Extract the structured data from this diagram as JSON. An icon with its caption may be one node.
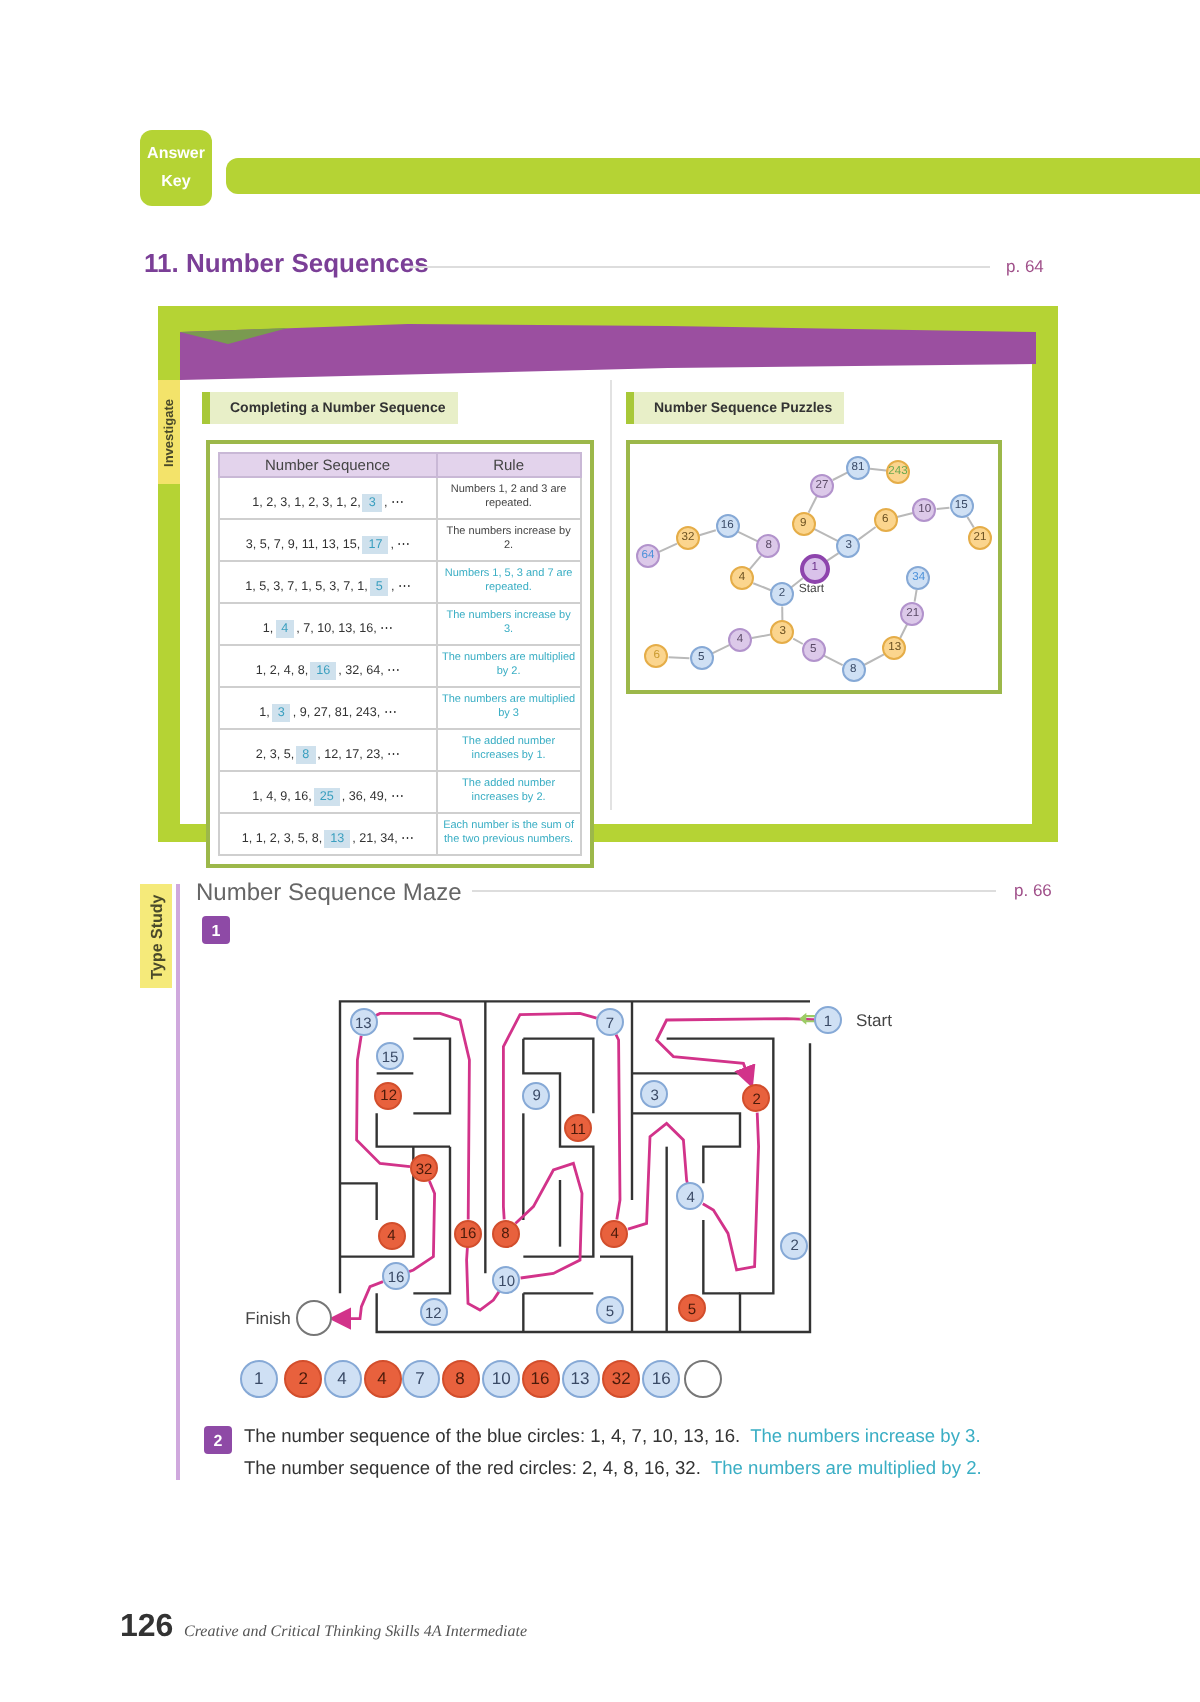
{
  "diagram": {
    "title": "11. Number Sequences",
    "nodes": [
      {
        "text": [
          "Answer Key"
        ]
      },
      {
        "text": [
          "Investigate"
        ]
      },
      {
        "text": [
          "Completing a Number Sequence"
        ]
      },
      {
        "text": [
          "3"
        ]
      },
      {
        "text": [
          "17"
        ]
      },
      {
        "text": [
          "5"
        ]
      },
      {
        "text": [
          "4"
        ]
      },
      {
        "text": [
          "16"
        ]
      },
      {
        "text": [
          "3"
        ]
      },
      {
        "text": [
          "8"
        ]
      },
      {
        "text": [
          "25"
        ]
      },
      {
        "text": [
          "13"
        ]
      },
      {
        "text": [
          "Number Sequence Puzzles"
        ]
      },
      {
        "text": [
          "81"
        ]
      },
      {
        "text": [
          "243"
        ]
      },
      {
        "text": [
          "27"
        ]
      },
      {
        "text": [
          "16"
        ]
      },
      {
        "text": [
          "10"
        ]
      },
      {
        "text": [
          "15"
        ]
      },
      {
        "text": [
          "32"
        ]
      },
      {
        "text": [
          "9"
        ]
      },
      {
        "text": [
          "6"
        ]
      },
      {
        "text": [
          "21"
        ]
      },
      {
        "text": [
          "64"
        ]
      },
      {
        "text": [
          "8"
        ]
      },
      {
        "text": [
          "3"
        ]
      },
      {
        "text": [
          "1"
        ],
        "beside": [
          "Start"
        ]
      },
      {
        "text": [
          "34"
        ]
      },
      {
        "text": [
          "4"
        ]
      },
      {
        "text": [
          "2"
        ]
      },
      {
        "text": [
          "21"
        ]
      },
      {
        "text": [
          "4"
        ]
      },
      {
        "text": [
          "3"
        ]
      },
      {
        "text": [
          "5"
        ]
      },
      {
        "text": [
          "13"
        ]
      },
      {
        "text": [
          "6"
        ]
      },
      {
        "text": [
          "5"
        ]
      },
      {
        "text": [
          "8"
        ]
      },
      {
        "text": [
          "Type Study"
        ]
      },
      {
        "text": [
          "1"
        ]
      },
      {
        "text": [
          "13"
        ]
      },
      {
        "text": [
          "7"
        ]
      },
      {
        "text": [
          "1"
        ],
        "beside": [
          "Start"
        ]
      },
      {
        "text": [
          "15"
        ]
      },
      {
        "text": [
          "12"
        ]
      },
      {
        "text": [
          "9"
        ]
      },
      {
        "text": [
          "3"
        ]
      },
      {
        "text": [
          "2"
        ]
      },
      {
        "text": [
          "11"
        ]
      },
      {
        "text": [
          "32"
        ]
      },
      {
        "text": [
          "4"
        ]
      },
      {
        "text": [
          "4"
        ]
      },
      {
        "text": [
          "16"
        ]
      },
      {
        "text": [
          "8"
        ]
      },
      {
        "text": [
          "4"
        ]
      },
      {
        "text": [
          "2"
        ]
      },
      {
        "text": [
          "16"
        ]
      },
      {
        "text": [
          "10"
        ]
      },
      {
        "text": [
          "12"
        ]
      },
      {
        "text": [
          "5"
        ]
      },
      {
        "text": [
          "5"
        ]
      },
      {
        "text": [],
        "shape": "circle",
        "beside": [
          "Finish"
        ]
      },
      {
        "text": [
          "1"
        ]
      },
      {
        "text": [
          "2"
        ]
      },
      {
        "text": [
          "4"
        ]
      },
      {
        "text": [
          "4"
        ]
      },
      {
        "text": [
          "7"
        ]
      },
      {
        "text": [
          "8"
        ]
      },
      {
        "text": [
          "10"
        ]
      },
      {
        "text": [
          "16"
        ]
      },
      {
        "text": [
          "13"
        ]
      },
      {
        "text": [
          "32"
        ]
      },
      {
        "text": [
          "16"
        ]
      },
      {
        "text": [],
        "shape": "circle"
      },
      {
        "text": [
          "2"
        ]
      }
    ],
    "edges": [
      {
        "from": 26,
        "to": 29,
        "arrow": "none"
      },
      {
        "from": 26,
        "to": 25,
        "arrow": "none"
      },
      {
        "from": 29,
        "to": 28,
        "arrow": "none"
      },
      {
        "from": 28,
        "to": 24,
        "arrow": "none"
      },
      {
        "from": 24,
        "to": 16,
        "arrow": "none"
      },
      {
        "from": 16,
        "to": 19,
        "arrow": "none"
      },
      {
        "from": 19,
        "to": 23,
        "arrow": "none"
      },
      {
        "from": 25,
        "to": 20,
        "arrow": "none"
      },
      {
        "from": 20,
        "to": 15,
        "arrow": "none"
      },
      {
        "from": 15,
        "to": 13,
        "arrow": "none"
      },
      {
        "from": 13,
        "to": 14,
        "arrow": "none"
      },
      {
        "from": 25,
        "to": 21,
        "arrow": "none"
      },
      {
        "from": 21,
        "to": 17,
        "arrow": "none"
      },
      {
        "from": 17,
        "to": 18,
        "arrow": "none"
      },
      {
        "from": 18,
        "to": 22,
        "arrow": "none"
      },
      {
        "from": 29,
        "to": 32,
        "arrow": "none"
      },
      {
        "from": 32,
        "to": 31,
        "arrow": "none"
      },
      {
        "from": 31,
        "to": 36,
        "arrow": "none"
      },
      {
        "from": 36,
        "to": 35,
        "arrow": "none"
      },
      {
        "from": 32,
        "to": 33,
        "arrow": "none"
      },
      {
        "from": 33,
        "to": 37,
        "arrow": "none"
      },
      {
        "from": 37,
        "to": 34,
        "arrow": "none"
      },
      {
        "from": 34,
        "to": 30,
        "arrow": "none"
      },
      {
        "from": 30,
        "to": 27,
        "arrow": "none"
      },
      {
        "from": 42,
        "to": 47,
        "arrow": "to",
        "color": "#d2338a"
      },
      {
        "from": 47,
        "to": 50,
        "arrow": "none",
        "color": "#d2338a"
      },
      {
        "from": 50,
        "to": 54,
        "arrow": "none",
        "color": "#d2338a"
      },
      {
        "from": 54,
        "to": 41,
        "arrow": "none",
        "color": "#d2338a"
      },
      {
        "from": 41,
        "to": 53,
        "arrow": "none",
        "color": "#d2338a"
      },
      {
        "from": 53,
        "to": 57,
        "arrow": "none",
        "color": "#d2338a"
      },
      {
        "from": 57,
        "to": 52,
        "arrow": "none",
        "color": "#d2338a"
      },
      {
        "from": 52,
        "to": 40,
        "arrow": "none",
        "color": "#d2338a"
      },
      {
        "from": 40,
        "to": 49,
        "arrow": "none",
        "color": "#d2338a"
      },
      {
        "from": 49,
        "to": 56,
        "arrow": "none",
        "color": "#d2338a"
      },
      {
        "from": 56,
        "to": 61,
        "arrow": "to",
        "color": "#d2338a"
      }
    ],
    "labels": [
      "p. 64",
      "Number Sequence",
      "Rule",
      "1, 2, 3, 1, 2, 3, 1, 2,",
      ", ⋯",
      "Numbers 1, 2 and 3 are repeated.",
      "3, 5, 7, 9, 11, 13, 15,",
      ", ⋯",
      "The numbers increase by 2.",
      "1, 5, 3, 7, 1, 5, 3, 7, 1,",
      ", ⋯",
      "Numbers 1, 5, 3 and 7 are repeated.",
      "1,",
      ", 7, 10, 13, 16, ⋯",
      "The numbers increase by 3.",
      "1, 2, 4, 8,",
      ", 32, 64, ⋯",
      "The numbers are multiplied by 2.",
      "1,",
      ", 9, 27, 81, 243, ⋯",
      "The numbers are multiplied by 3",
      "2, 3, 5,",
      ", 12, 17, 23, ⋯",
      "The added number increases by 1.",
      "1, 4, 9, 16,",
      ", 36, 49, ⋯",
      "The added number increases by 2.",
      "1, 1, 2, 3, 5, 8,",
      ", 21, 34, ⋯",
      "Each number is the sum of the two previous numbers.",
      "Number Sequence Maze",
      "p. 66",
      "The number sequence of the blue circles: 1, 4, 7, 10, 13, 16.",
      "The numbers increase by 3.",
      "The number sequence of the red circles: 2, 4, 8, 16, 32.",
      "The numbers are multiplied by 2.",
      "126",
      "Creative and Critical Thinking Skills 4A Intermediate"
    ]
  }
}
